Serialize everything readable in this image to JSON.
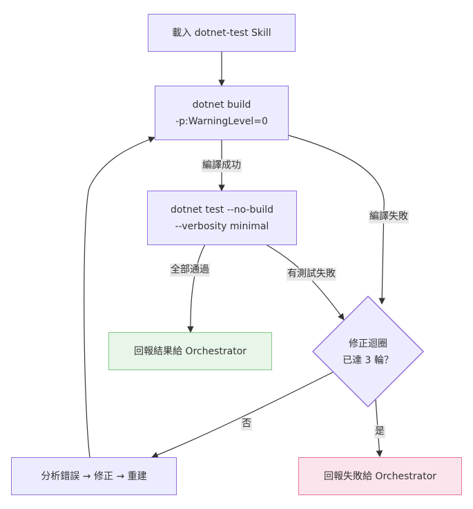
{
  "diagram": {
    "type": "flowchart",
    "direction": "TD",
    "nodes": [
      {
        "id": "load",
        "shape": "rect",
        "style": "default",
        "label": "載入 dotnet-test Skill"
      },
      {
        "id": "build",
        "shape": "rect",
        "style": "default",
        "label": "dotnet build\n-p:WarningLevel=0"
      },
      {
        "id": "test",
        "shape": "rect",
        "style": "default",
        "label": "dotnet test --no-build\n--verbosity minimal"
      },
      {
        "id": "report_ok",
        "shape": "rect",
        "style": "success",
        "label": "回報結果給 Orchestrator"
      },
      {
        "id": "loop_check",
        "shape": "diamond",
        "style": "default",
        "label": "修正迴圈\n已達 3 輪？"
      },
      {
        "id": "fix",
        "shape": "rect",
        "style": "default",
        "label": "分析錯誤 → 修正 → 重建"
      },
      {
        "id": "report_fail",
        "shape": "rect",
        "style": "fail",
        "label": "回報失敗給 Orchestrator"
      }
    ],
    "edges": [
      {
        "from": "load",
        "to": "build",
        "label": ""
      },
      {
        "from": "build",
        "to": "test",
        "label": "編譯成功"
      },
      {
        "from": "build",
        "to": "loop_check",
        "label": "編譯失敗"
      },
      {
        "from": "test",
        "to": "report_ok",
        "label": "全部通過"
      },
      {
        "from": "test",
        "to": "loop_check",
        "label": "有測試失敗"
      },
      {
        "from": "loop_check",
        "to": "fix",
        "label": "否"
      },
      {
        "from": "loop_check",
        "to": "report_fail",
        "label": "是"
      },
      {
        "from": "fix",
        "to": "build",
        "label": ""
      }
    ],
    "colors": {
      "default_fill": "#ECECFF",
      "default_stroke": "#9370DB",
      "success_fill": "#E8F5E9",
      "success_stroke": "#81C784",
      "fail_fill": "#FCE4EC",
      "fail_stroke": "#E57399",
      "edge": "#333333",
      "edge_label_bg": "#e8e8e8"
    }
  }
}
